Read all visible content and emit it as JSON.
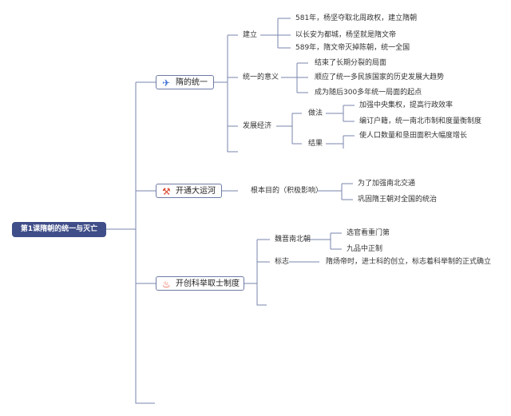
{
  "root": "第1课隋朝的统一与灭亡",
  "branches": [
    {
      "icon": "paper-plane-icon",
      "icon_color": "#3b6fd6",
      "label": "隋的统一",
      "children": [
        {
          "label": "建立",
          "children": [
            {
              "label": "581年，杨坚夺取北周政权，建立隋朝"
            },
            {
              "label": "以长安为都城，杨坚就是隋文帝"
            },
            {
              "label": "589年，隋文帝灭掉陈朝，统一全国"
            }
          ]
        },
        {
          "label": "统一的意义",
          "children": [
            {
              "label": "结束了长期分裂的局面"
            },
            {
              "label": "顺应了统一多民族国家的历史发展大趋势"
            },
            {
              "label": "成为随后300多年统一局面的起点"
            }
          ]
        },
        {
          "label": "发展经济",
          "children": [
            {
              "label": "做法",
              "children": [
                {
                  "label": "加强中央集权，提高行政效率"
                },
                {
                  "label": "编订户籍，统一南北市制和度量衡制度"
                }
              ]
            },
            {
              "label": "结果",
              "children": [
                {
                  "label": "使人口数量和垦田面积大幅度增长"
                }
              ]
            }
          ]
        }
      ]
    },
    {
      "icon": "hammer-icon",
      "icon_color": "#d9432b",
      "label": "开通大运河",
      "children": [
        {
          "label": "根本目的（积极影响）",
          "children": [
            {
              "label": "为了加强南北交通"
            },
            {
              "label": "巩固隋王朝对全国的统治"
            }
          ]
        }
      ]
    },
    {
      "icon": "fire-icon",
      "icon_color": "#e8482c",
      "label": "开创科举取士制度",
      "children": [
        {
          "label": "魏晋南北朝",
          "children": [
            {
              "label": "选官看重门第"
            },
            {
              "label": "九品中正制"
            }
          ]
        },
        {
          "label": "标志",
          "children": [
            {
              "label": "隋炀帝时，进士科的创立，标志着科举制的正式确立"
            }
          ]
        }
      ]
    }
  ]
}
